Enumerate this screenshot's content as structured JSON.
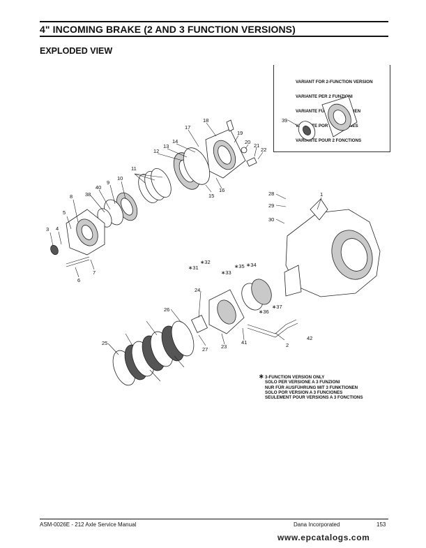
{
  "header": {
    "title": "4\" INCOMING BRAKE (2 AND 3 FUNCTION VERSIONS)",
    "subtitle": "EXPLODED VIEW"
  },
  "variant_note": {
    "lines": [
      "VARIANT FOR 2-FUNCTION VERSION",
      "VARIANTE PER 2 FUNZIONI",
      "VARIANTE FÜR 2 FUNKTIONEN",
      "VARIANTE POR 2 FUNCIONES",
      "VARIANTE POUR 2 FONCTIONS"
    ]
  },
  "function_note": {
    "lines": [
      "3-FUNCTION VERSION ONLY",
      "SOLO PER VERSIONE A 3 FUNZIONI",
      "NUR FÜR AUSFÜHRUNG MIT 3 FUNKTIONEN",
      "SOLO POR VERSION A 3 FUNCIONES",
      "SEULEMENT POUR VERSIONS A 3 FONCTIONS"
    ]
  },
  "part_labels": [
    "1",
    "2",
    "3",
    "4",
    "5",
    "6",
    "7",
    "8",
    "9",
    "10",
    "11",
    "12",
    "13",
    "14",
    "15",
    "16",
    "17",
    "18",
    "19",
    "20",
    "21",
    "22",
    "23",
    "24",
    "25",
    "26",
    "27",
    "28",
    "29",
    "30",
    "∗31",
    "∗32",
    "∗33",
    "∗35",
    "∗34",
    "∗36",
    "∗37",
    "38",
    "39",
    "40",
    "41",
    "42"
  ],
  "footer": {
    "manual": "ASM-0026E - 212 Axle Service Manual",
    "company": "Dana Incorporated",
    "page": "153"
  },
  "watermark": "www.epcatalogs.com"
}
